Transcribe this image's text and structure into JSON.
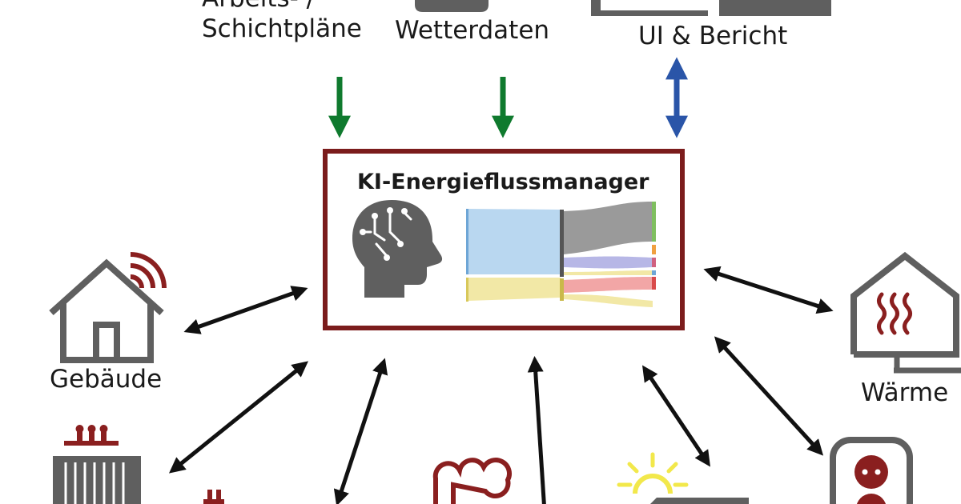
{
  "labels": {
    "arbeits_line1": "Arbeits- /",
    "arbeits_line2": "Schichtpläne",
    "wetter": "Wetterdaten",
    "ui_bericht": "UI & Bericht",
    "gebaeude": "Gebäude",
    "waerme": "Wärme"
  },
  "manager": {
    "title": "KI-Energieflussmanager"
  },
  "colors": {
    "frame": "#7b1c1c",
    "icon_gray": "#5f5f5f",
    "icon_red": "#8a1f1f",
    "sun_yellow": "#f2e84b",
    "arrow_green": "#0f7a2e",
    "arrow_blue": "#2a55a8",
    "arrow_black": "#111111",
    "sankey_blue": "#b9d7f0",
    "sankey_gray": "#9a9a9a",
    "sankey_yellow": "#f2e8a6",
    "sankey_red": "#f2a6a6",
    "sankey_purple": "#b7b7e6"
  },
  "icons": [
    "document-icon",
    "cloud-icon",
    "monitor-icon",
    "ai-head-icon",
    "sankey-chart-icon",
    "smart-house-icon",
    "heating-house-icon",
    "transformer-icon",
    "plug-icon",
    "factory-icon",
    "solar-panel-icon",
    "socket-icon"
  ]
}
